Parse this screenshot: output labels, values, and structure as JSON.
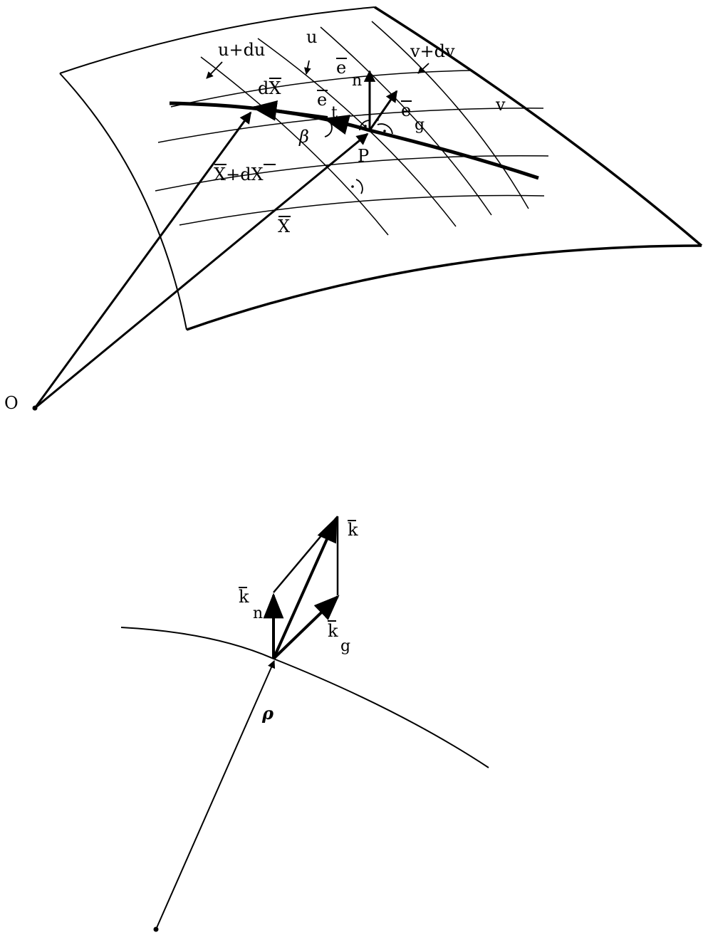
{
  "diagram": {
    "colors": {
      "ink": "#000000",
      "background": "#ffffff"
    },
    "top": {
      "labels": {
        "origin": "O",
        "point": "P",
        "u_plus_du": "u+du",
        "u": "u",
        "v_plus_dv": "v+dv",
        "v": "v",
        "dX": "dX",
        "X_plus_dX": "X+dX",
        "X": "X",
        "beta": "β",
        "e_t_base": "e",
        "e_t_sub": "t",
        "e_n_base": "e",
        "e_n_sub": "n",
        "e_g_base": "e",
        "e_g_sub": "g"
      }
    },
    "bottom": {
      "labels": {
        "k": "k",
        "k_n_base": "k",
        "k_n_sub": "n",
        "k_g_base": "k",
        "k_g_sub": "g",
        "rho": "ρ"
      }
    }
  }
}
